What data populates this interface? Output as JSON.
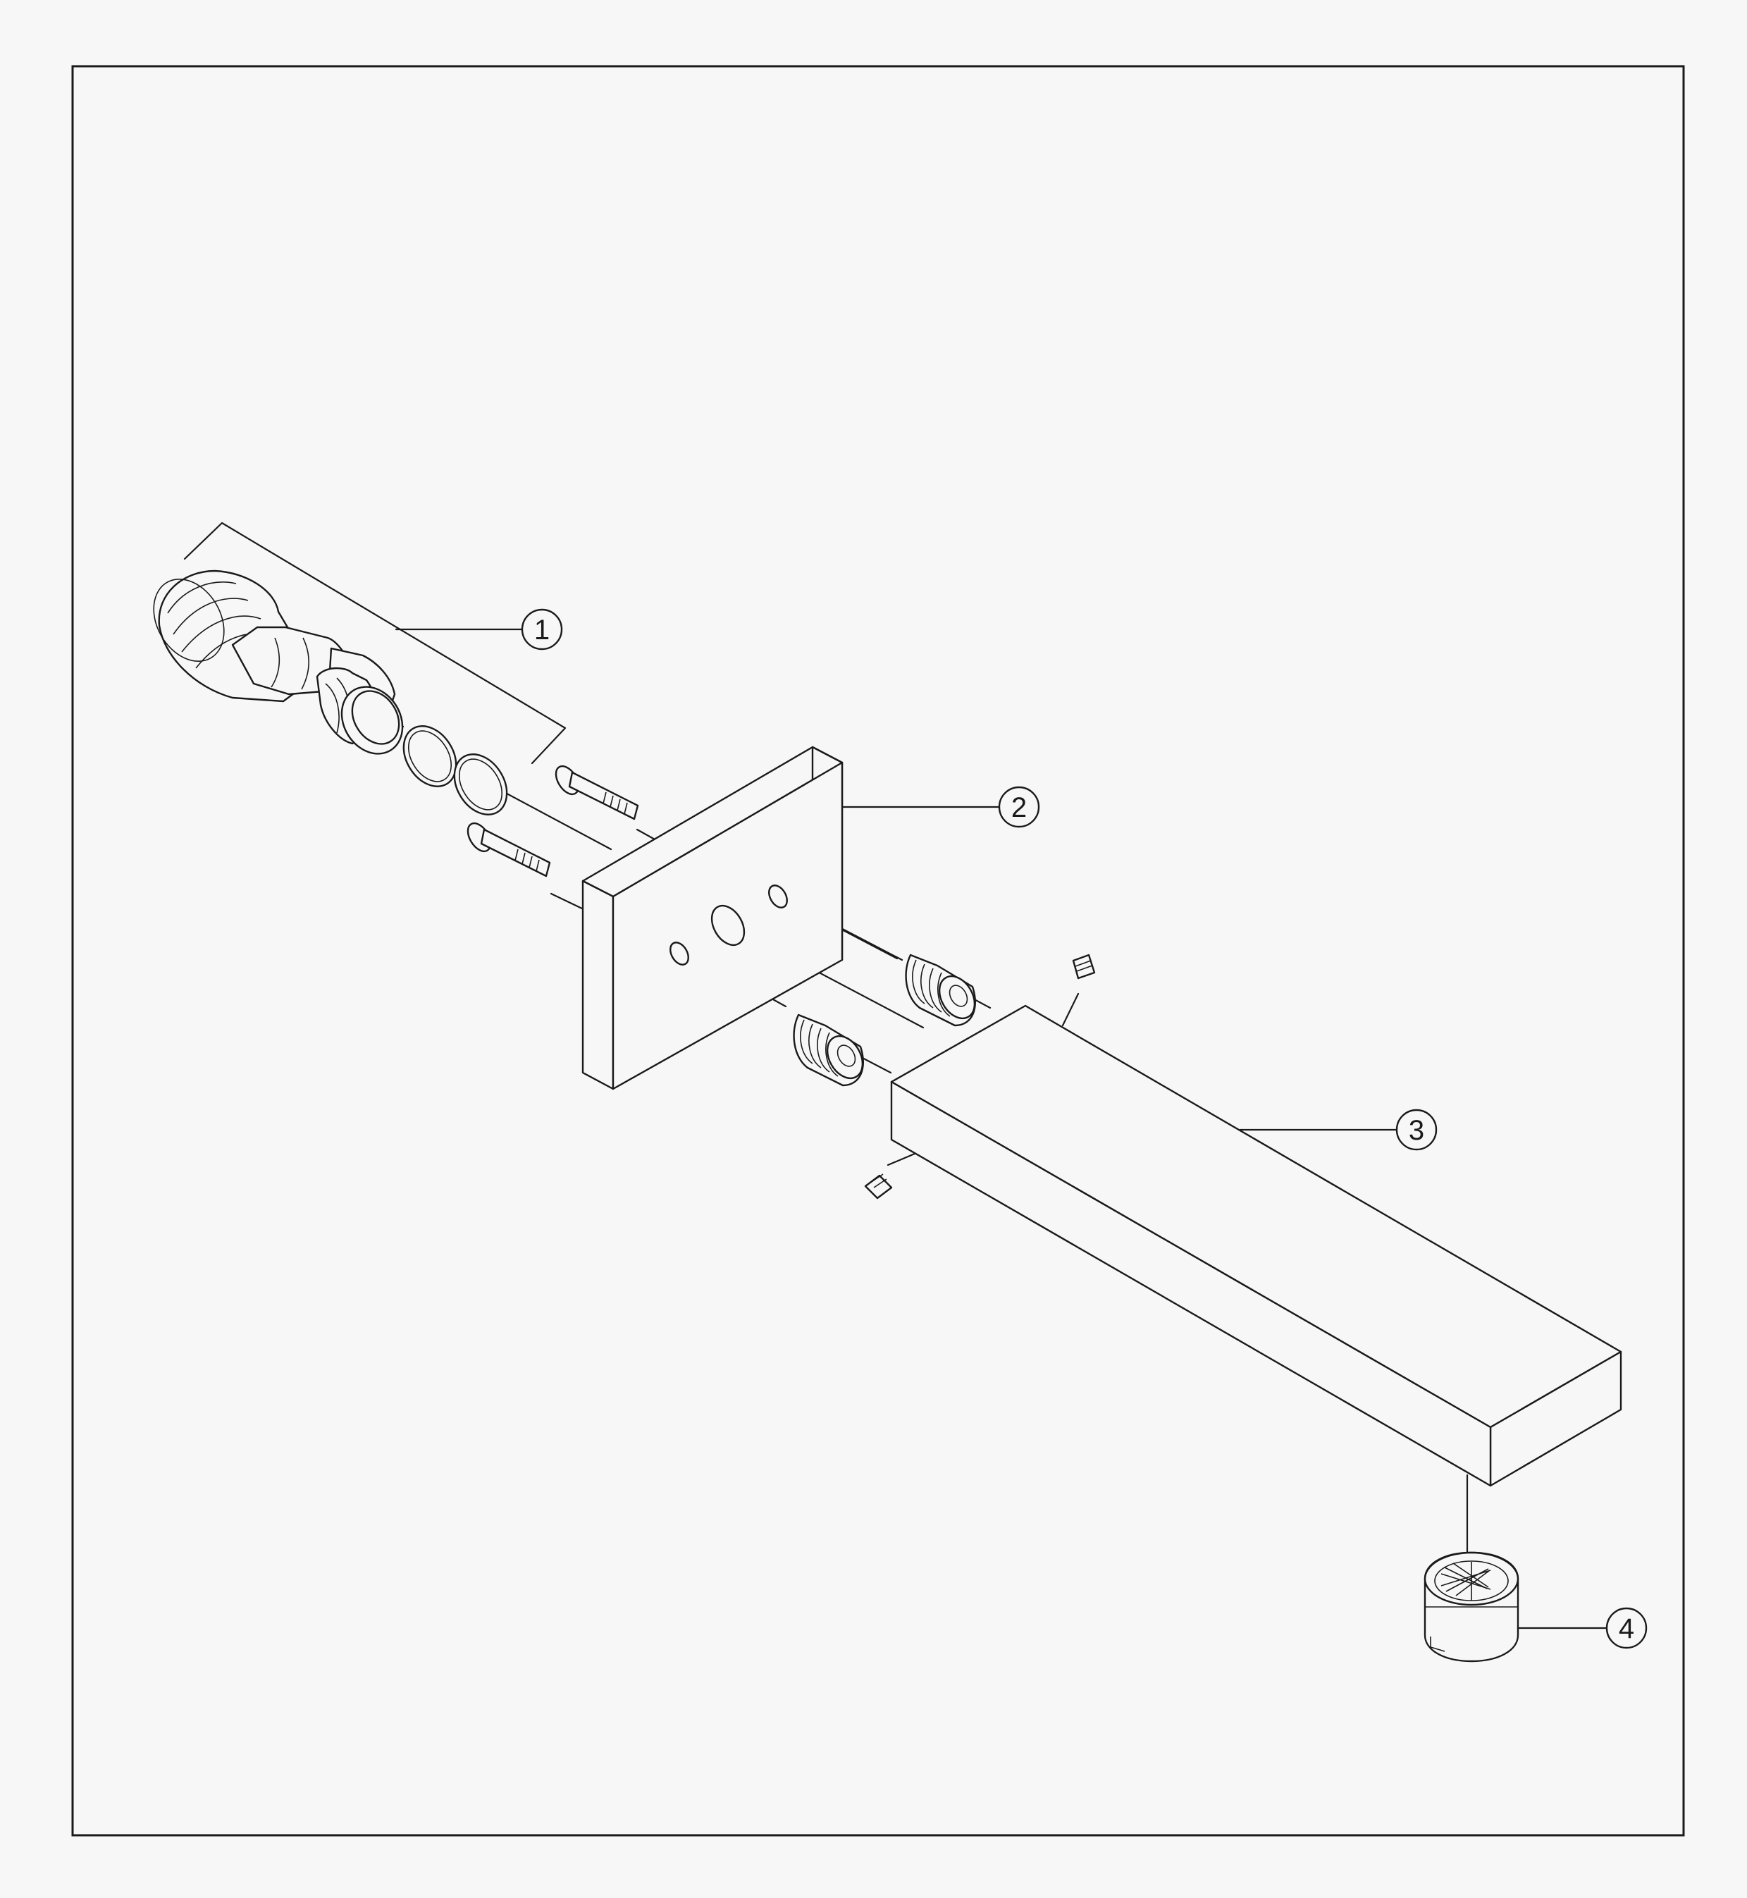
{
  "callouts": [
    {
      "label": "1"
    },
    {
      "label": "2"
    },
    {
      "label": "3"
    },
    {
      "label": "4"
    }
  ],
  "colors": {
    "background": "#f7f7f7",
    "stroke": "#1a1a1a"
  }
}
